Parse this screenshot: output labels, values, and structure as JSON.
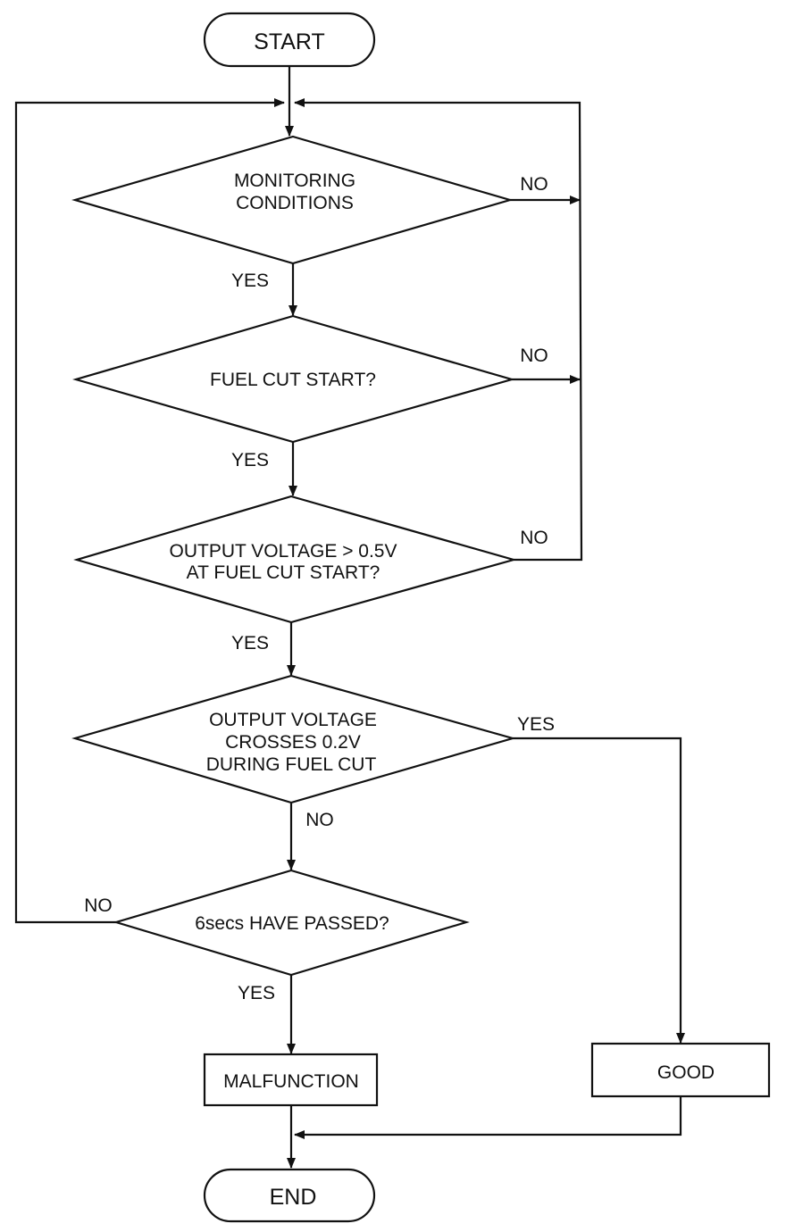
{
  "diagram": {
    "terminals": {
      "start": "START",
      "end": "END"
    },
    "decisions": {
      "monitoring": [
        "MONITORING",
        "CONDITIONS"
      ],
      "fuel_cut_start": [
        "FUEL CUT START?"
      ],
      "voltage_at_start": [
        "OUTPUT VOLTAGE > 0.5V",
        "AT FUEL CUT START?"
      ],
      "voltage_crosses": [
        "OUTPUT VOLTAGE",
        "CROSSES 0.2V",
        "DURING FUEL CUT"
      ],
      "six_secs": [
        "6secs HAVE PASSED?"
      ]
    },
    "processes": {
      "malfunction": "MALFUNCTION",
      "good": "GOOD"
    },
    "edge_labels": {
      "monitoring_yes": "YES",
      "monitoring_no": "NO",
      "fuel_cut_yes": "YES",
      "fuel_cut_no": "NO",
      "voltage_at_start_yes": "YES",
      "voltage_at_start_no": "NO",
      "voltage_crosses_yes": "YES",
      "voltage_crosses_no": "NO",
      "six_secs_yes": "YES",
      "six_secs_no": "NO"
    }
  }
}
